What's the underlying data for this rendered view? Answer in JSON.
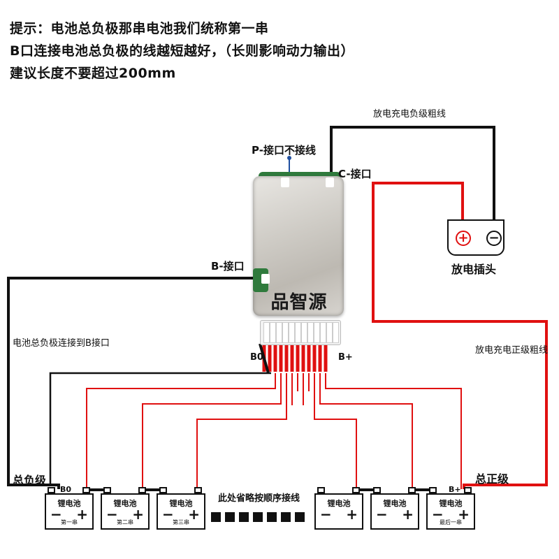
{
  "hint": {
    "line1": "提示：电池总负极那串电池我们统称第一串",
    "line2": "B口连接电池总负极的线越短越好，（长则影响动力输出）",
    "line3": "建议长度不要超过200mm"
  },
  "board": {
    "brand": "品智源",
    "p_port": "P-接口不接线",
    "c_port": "C-接口",
    "b_port": "B-接口",
    "b0": "B0",
    "b_plus": "B+"
  },
  "wires": {
    "negative_thick": "放电充电负级粗线",
    "positive_thick": "放电充电正级粗线",
    "total_negative_to_b": "电池总负极连接到B接口",
    "total_negative": "总负级",
    "total_positive": "总正级",
    "omitted_note": "此处省略按顺序接线"
  },
  "plug": {
    "label": "放电插头",
    "plus": "+",
    "minus": "−"
  },
  "batteries": [
    {
      "name": "锂电池",
      "index": "第一串",
      "terminal": "B0"
    },
    {
      "name": "锂电池",
      "index": "第二串"
    },
    {
      "name": "锂电池",
      "index": "第三串"
    },
    {
      "name": "锂电池",
      "index": ""
    },
    {
      "name": "锂电池",
      "index": ""
    },
    {
      "name": "锂电池",
      "index": "最后一串",
      "terminal": "B+"
    }
  ],
  "signs": {
    "minus": "−",
    "plus": "+"
  },
  "colors": {
    "positive": "#e01010",
    "negative": "#111111",
    "pcb": "#2f7a3c",
    "p_marker": "#1f4fa0"
  }
}
